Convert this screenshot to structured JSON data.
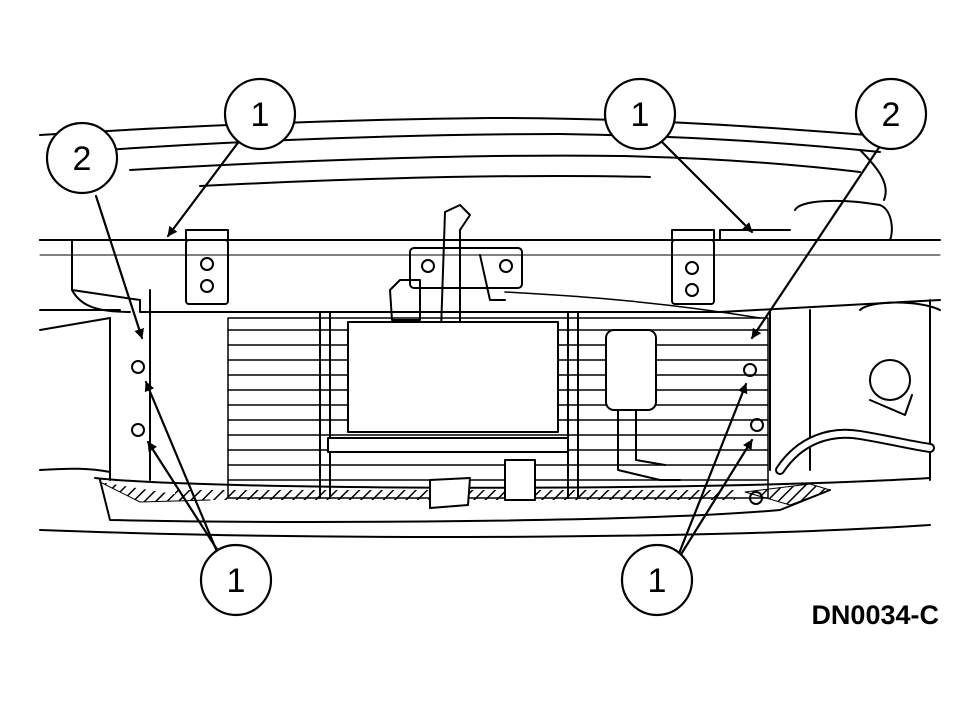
{
  "figure_id": "DN0034-C",
  "callouts": [
    {
      "label": "1"
    },
    {
      "label": "1"
    },
    {
      "label": "2"
    },
    {
      "label": "2"
    },
    {
      "label": "1"
    },
    {
      "label": "1"
    }
  ],
  "colors": {
    "line": "#000000",
    "background": "#ffffff"
  }
}
